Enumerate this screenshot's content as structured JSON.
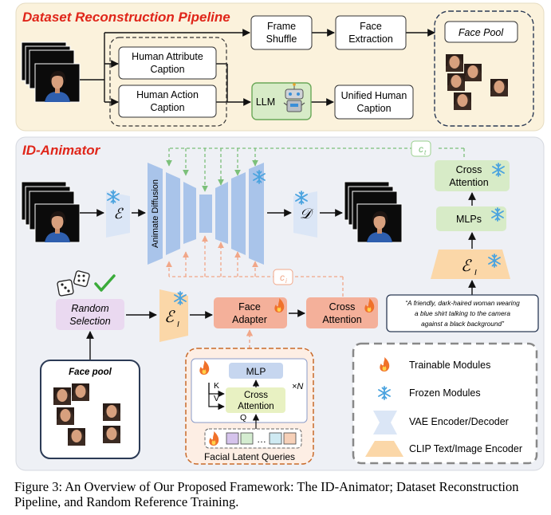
{
  "pipeline": {
    "title": "Dataset Reconstruction Pipeline",
    "frame_shuffle": [
      "Frame",
      "Shuffle"
    ],
    "face_extraction": [
      "Face",
      "Extraction"
    ],
    "face_pool": "Face Pool",
    "attribute_caption": [
      "Human Attribute",
      "Caption"
    ],
    "action_caption": [
      "Human Action",
      "Caption"
    ],
    "llm": "LLM",
    "unified_caption": [
      "Unified Human",
      "Caption"
    ]
  },
  "id_animator": {
    "title": "ID-Animator",
    "unet_label": "Animate Diffusion",
    "vae_encoder": "ℰ",
    "vae_decoder": "𝒟",
    "clip_image_symbol": "ℰ",
    "clip_image_sub": "I",
    "clip_text_symbol": "ℰ",
    "clip_text_sub": "I",
    "ct": [
      "c",
      "t"
    ],
    "ci": [
      "c",
      "i"
    ],
    "cross_attention_top": [
      "Cross",
      "Attention"
    ],
    "mlps": "MLPs",
    "prompt": [
      "“A friendly, dark-haired woman wearing",
      "a blue shirt talking to the camera",
      "against a black background”"
    ],
    "random_selection": [
      "Random",
      "Selection"
    ],
    "face_adapter": [
      "Face",
      "Adapter"
    ],
    "cross_attention_mid": [
      "Cross",
      "Attention"
    ],
    "face_pool_label": "Face pool",
    "adapter_detail": {
      "mlp": "MLP",
      "cross_attention": [
        "Cross",
        "Attention"
      ],
      "k": "K",
      "v": "V",
      "q": "Q",
      "times_n": "×N",
      "queries_label": "Facial Latent Queries",
      "ellipsis": "…"
    }
  },
  "legend": {
    "trainable": "Trainable Modules",
    "frozen": "Frozen Modules",
    "vae": "VAE Encoder/Decoder",
    "clip": "CLIP Text/Image Encoder"
  },
  "caption": "Figure 3: An Overview of Our Proposed Framework: The ID-Animator; Dataset Reconstruction Pipeline, and Random Reference Training.",
  "colors": {
    "top_panel": "#fbf2dc",
    "bottom_panel": "#eef0f5",
    "red_title": "#e0261a",
    "vae": "#dbe6f6",
    "unet": "#a9c4ea",
    "clip": "#fbd7a8",
    "green_box": "#d7ebc7",
    "orange_box": "#f4b09a",
    "purple_box": "#ead9f0",
    "snow": "#4aa3df",
    "dashed_green": "#7cc07a",
    "dashed_orange": "#f1a789"
  }
}
